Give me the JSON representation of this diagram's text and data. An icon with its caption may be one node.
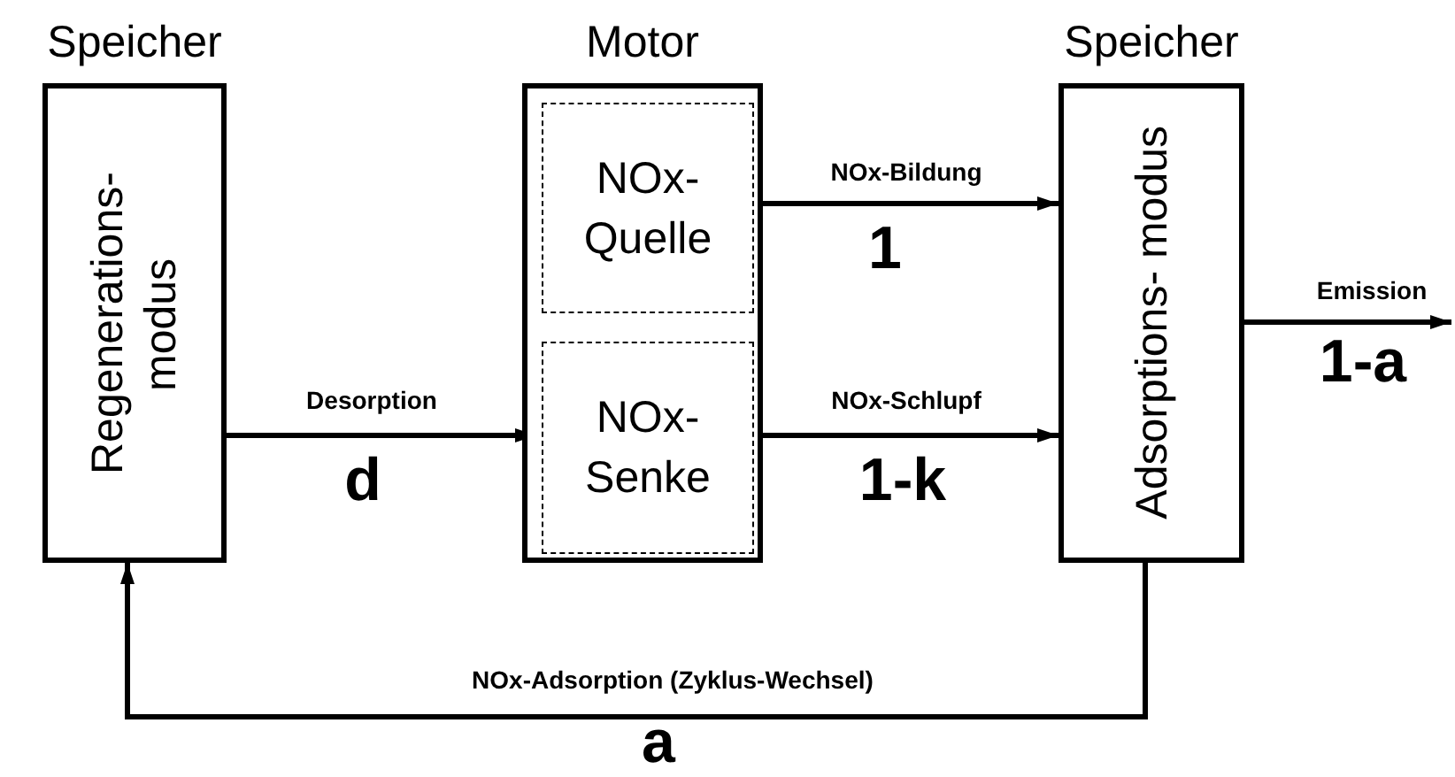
{
  "diagram": {
    "nodes": [
      {
        "text": [
          "Speicher",
          "Regenerations- modus"
        ]
      },
      {
        "text": [
          "Motor"
        ]
      },
      {
        "text": [
          "NOx- Quelle"
        ],
        "in": 1
      },
      {
        "text": [
          "NOx- Senke"
        ],
        "in": 1
      },
      {
        "text": [
          "Speicher",
          "Adsorptions- modus"
        ]
      }
    ],
    "edges": [
      {
        "from": 0,
        "to": 3,
        "arrow": "to",
        "label": "Desorption"
      },
      {
        "from": 2,
        "to": 4,
        "arrow": "to",
        "label": "NOx-Bildung"
      },
      {
        "from": 3,
        "to": 4,
        "arrow": "to",
        "label": "NOx-Schlupf"
      },
      {
        "from": 4,
        "to": null,
        "arrow": "to",
        "label": "Emission"
      },
      {
        "from": 4,
        "to": 0,
        "arrow": "to",
        "label": "NOx-Adsorption (Zyklus-Wechsel)"
      }
    ],
    "labels": [
      "1",
      "1-a",
      "d",
      "1-k",
      "a"
    ]
  }
}
